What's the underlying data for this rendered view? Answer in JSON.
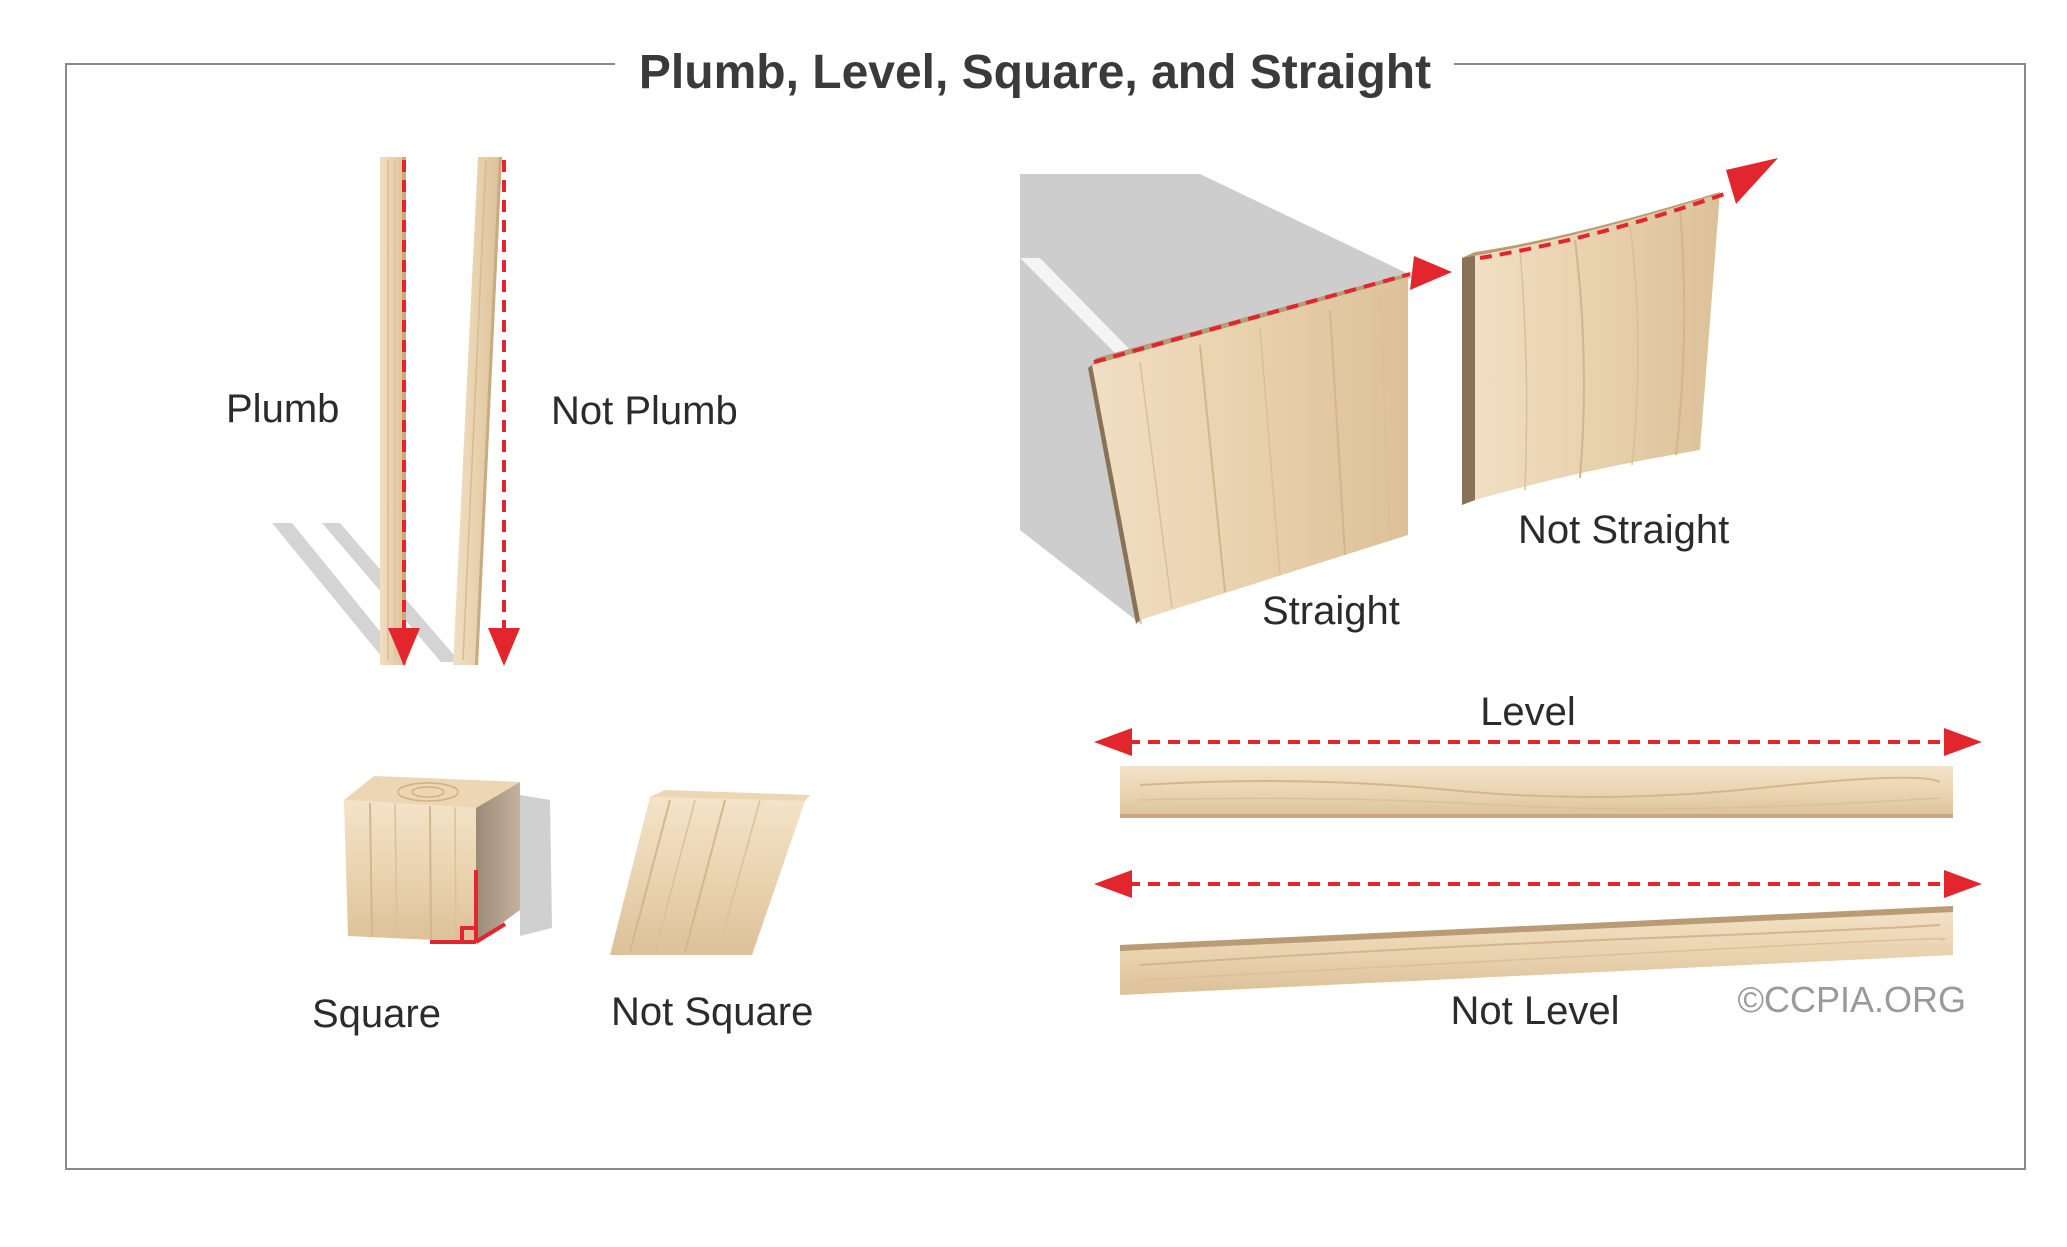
{
  "title": "Plumb, Level, Square, and Straight",
  "labels": {
    "plumb": "Plumb",
    "not_plumb": "Not Plumb",
    "square": "Square",
    "not_square": "Not Square",
    "straight": "Straight",
    "not_straight": "Not Straight",
    "level": "Level",
    "not_level": "Not Level"
  },
  "copyright": "©CCPIA.ORG",
  "colors": {
    "frame": "#8a8a8a",
    "wood_light": "#efdcbf",
    "wood_mid": "#e2c79f",
    "wood_grain": "#c9a779",
    "wood_edge": "#8a7257",
    "shadow": "#cfcfcf",
    "arrow_red": "#e3262d",
    "text": "#2b2b2b"
  }
}
